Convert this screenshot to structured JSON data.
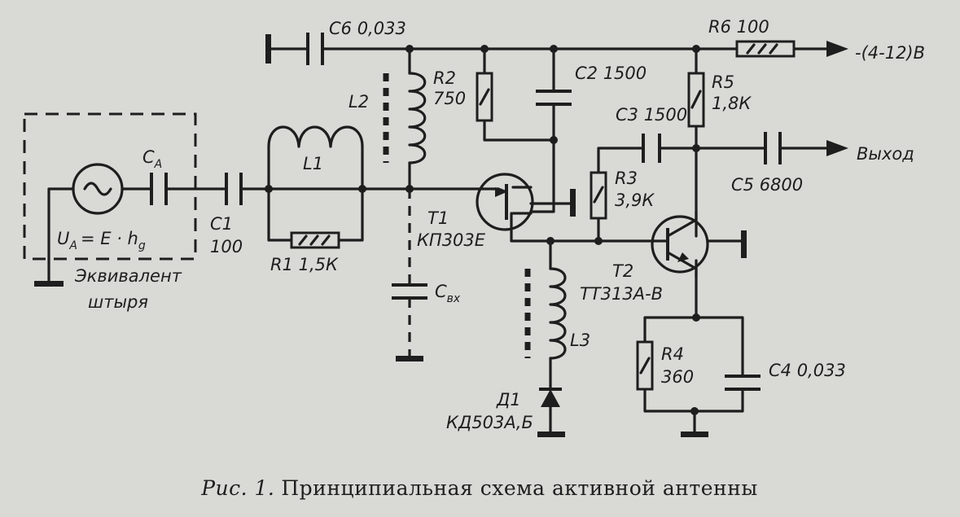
{
  "labels": {
    "c6": "С6 0,033",
    "r6": "R6 100",
    "supply": "-(4-12)В",
    "r2_name": "R2",
    "r2_value": "750",
    "c2": "С2 1500",
    "l2": "L2",
    "r5_name": "R5",
    "r5_value": "1,8К",
    "c3": "С3 1500",
    "output": "Выход",
    "r3_name": "R3",
    "r3_value": "3,9К",
    "c5": "С5 6800",
    "ca_main": "C",
    "ca_sub": "A",
    "l1": "L1",
    "c1_name": "С1",
    "c1_value": "100",
    "ua_main": "U",
    "ua_sub": "A",
    "ua_expr": "= E · h",
    "ua_expr_sub": "g",
    "r1": "R1 1,5К",
    "t1_name": "T1",
    "t1_type": "КП303Е",
    "t2_name": "T2",
    "t2_type": "ТТ313А-В",
    "cvx_main": "С",
    "cvx_sub": "вх",
    "equiv_line1": "Эквивалент",
    "equiv_line2": "штыря",
    "l3": "L3",
    "r4_name": "R4",
    "r4_value": "360",
    "c4": "С4 0,033",
    "d1_name": "Д1",
    "d1_type": "КД503А,Б"
  },
  "caption": {
    "prefix": "Рис. 1.",
    "text": "Принципиальная схема активной антенны"
  }
}
